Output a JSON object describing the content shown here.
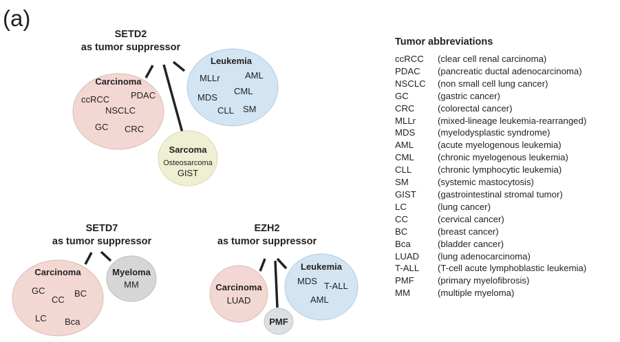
{
  "panel_label": "(a)",
  "colors": {
    "carcinoma": "#f3d7d3",
    "leukemia": "#d3e4f2",
    "sarcoma": "#efefd3",
    "myeloma": "#d6d6d6",
    "pmf": "#dcdfe2",
    "connector": "#222222"
  },
  "setd2": {
    "title_line1": "SETD2",
    "title_line2": "as tumor suppressor",
    "carcinoma": {
      "name": "Carcinoma",
      "items": [
        "ccRCC",
        "PDAC",
        "NSCLC",
        "GC",
        "CRC"
      ]
    },
    "leukemia": {
      "name": "Leukemia",
      "items": [
        "MLLr",
        "AML",
        "CML",
        "MDS",
        "CLL",
        "SM"
      ]
    },
    "sarcoma": {
      "name": "Sarcoma",
      "items": [
        "Osteosarcoma",
        "GIST"
      ]
    }
  },
  "setd7": {
    "title_line1": "SETD7",
    "title_line2": "as tumor suppressor",
    "carcinoma": {
      "name": "Carcinoma",
      "items": [
        "GC",
        "BC",
        "CC",
        "LC",
        "Bca"
      ]
    },
    "myeloma": {
      "name": "Myeloma",
      "items": [
        "MM"
      ]
    }
  },
  "ezh2": {
    "title_line1": "EZH2",
    "title_line2": "as tumor suppressor",
    "carcinoma": {
      "name": "Carcinoma",
      "items": [
        "LUAD"
      ]
    },
    "leukemia": {
      "name": "Leukemia",
      "items": [
        "MDS",
        "T-ALL",
        "AML"
      ]
    },
    "pmf": {
      "name": "PMF"
    }
  },
  "abbreviations": {
    "title": "Tumor abbreviations",
    "rows": [
      {
        "code": "ccRCC",
        "desc": "(clear cell renal carcinoma)"
      },
      {
        "code": "PDAC",
        "desc": "(pancreatic ductal adenocarcinoma)"
      },
      {
        "code": "NSCLC",
        "desc": "(non small cell lung cancer)"
      },
      {
        "code": "GC",
        "desc": "(gastric cancer)"
      },
      {
        "code": "CRC",
        "desc": "(colorectal cancer)"
      },
      {
        "code": "MLLr",
        "desc": "(mixed-lineage leukemia-rearranged)"
      },
      {
        "code": "MDS",
        "desc": "(myelodysplastic syndrome)"
      },
      {
        "code": "AML",
        "desc": "(acute myelogenous leukemia)"
      },
      {
        "code": "CML",
        "desc": "(chronic myelogenous leukemia)"
      },
      {
        "code": "CLL",
        "desc": "(chronic lymphocytic leukemia)"
      },
      {
        "code": "SM",
        "desc": "(systemic mastocytosis)"
      },
      {
        "code": "GIST",
        "desc": "(gastrointestinal stromal tumor)"
      },
      {
        "code": "LC",
        "desc": "(lung cancer)"
      },
      {
        "code": "CC",
        "desc": "(cervical cancer)"
      },
      {
        "code": "BC",
        "desc": "(breast cancer)"
      },
      {
        "code": "Bca",
        "desc": "(bladder cancer)"
      },
      {
        "code": "LUAD",
        "desc": "(lung adenocarcinoma)"
      },
      {
        "code": "T-ALL",
        "desc": "(T-cell acute lymphoblastic leukemia)"
      },
      {
        "code": "PMF",
        "desc": "(primary myelofibrosis)"
      },
      {
        "code": "MM",
        "desc": "(multiple myeloma)"
      }
    ]
  }
}
